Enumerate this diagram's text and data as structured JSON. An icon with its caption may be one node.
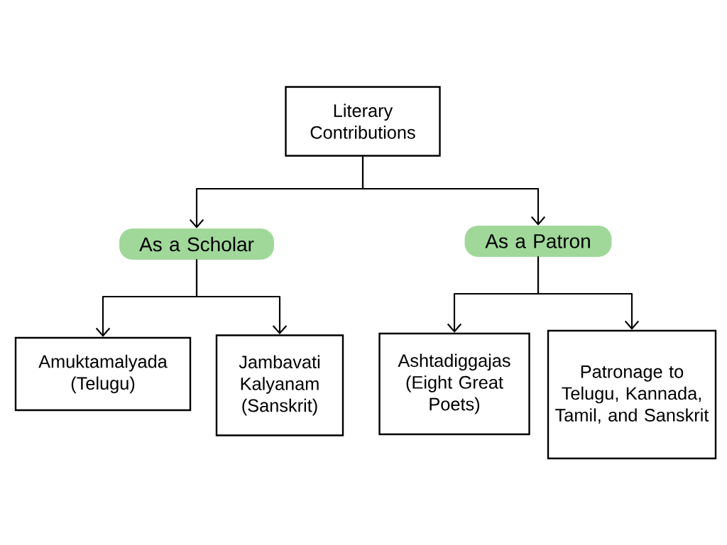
{
  "diagram": {
    "nodes": [
      {
        "text": [
          "Literary Contributions"
        ]
      },
      {
        "text": [
          "As a Scholar"
        ]
      },
      {
        "text": [
          "As a Patron"
        ]
      },
      {
        "text": [
          "Amuktamalyada (Telugu)"
        ]
      },
      {
        "text": [
          "Jambavati Kalyanam (Sanskrit)"
        ]
      },
      {
        "text": [
          "Ashtadiggajas (Eight Great Poets)"
        ]
      },
      {
        "text": [
          "Patronage to Telugu, Kannada, Tamil, and Sanskrit"
        ]
      }
    ],
    "edges": [
      {
        "from": 0,
        "to": 1,
        "arrow": "to"
      },
      {
        "from": 0,
        "to": 2,
        "arrow": "to"
      },
      {
        "from": 1,
        "to": 3,
        "arrow": "to"
      },
      {
        "from": 1,
        "to": 4,
        "arrow": "to"
      },
      {
        "from": 2,
        "to": 5,
        "arrow": "to"
      },
      {
        "from": 2,
        "to": 6,
        "arrow": "to"
      }
    ]
  }
}
